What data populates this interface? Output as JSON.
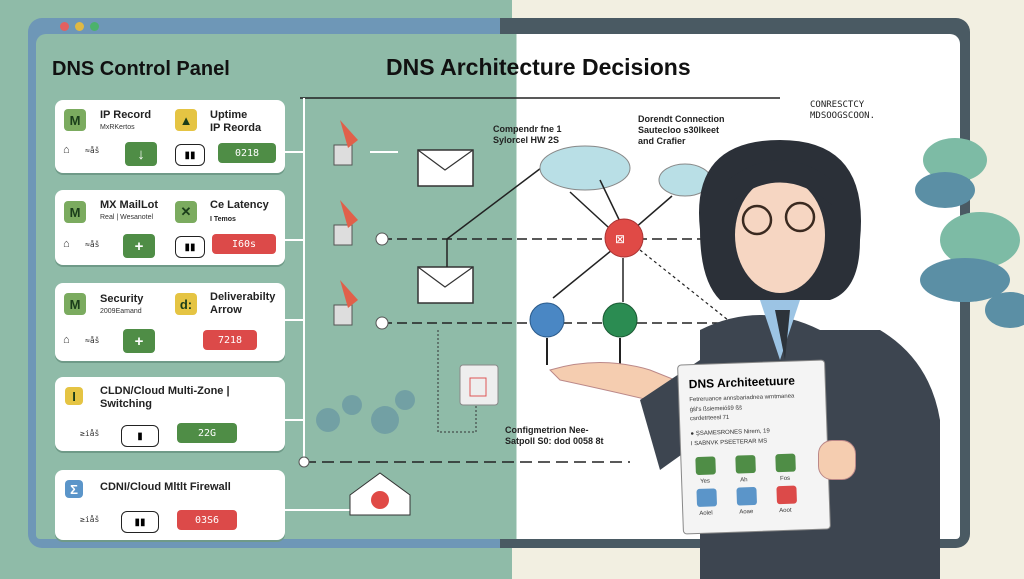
{
  "window": {
    "dot_colors": [
      "#e26060",
      "#e0b943",
      "#4cb26c"
    ]
  },
  "control_panel": {
    "title": "DNS Control Panel",
    "cards": [
      {
        "badge_a": "M",
        "label_a": "IP Record",
        "sub_a": "MxRKertos",
        "badge_b": "▲",
        "label_b": "Uptime",
        "label_b2": "IP Reorda",
        "squig": "≈åš",
        "value": "0218",
        "value_color": "green",
        "has_plus": true
      },
      {
        "badge_a": "M",
        "label_a": "MX MailLot",
        "sub_a": "Real | Wesanotel",
        "badge_b": "✕",
        "label_b": "Ce Latency",
        "label_b2": "I Temos",
        "squig": "≈åš",
        "value": "I60s",
        "value_color": "red",
        "has_plus": true
      },
      {
        "badge_a": "M",
        "label_a": "Security",
        "sub_a": "2009Eamand",
        "badge_b": "d:",
        "label_b": "Deliverabilty",
        "label_b2": "Arrow",
        "squig": "≈åš",
        "value": "7218",
        "value_color": "red",
        "has_plus": true
      },
      {
        "badge_a": "I",
        "label_a": "CLDN/Cloud  Multi-Zone |",
        "label_a2": "Switching",
        "squig": "≥iåš",
        "value": "22G",
        "value_color": "green",
        "has_plus": false
      },
      {
        "badge_a": "Σ",
        "label_a": "CDNI/Cloud Mltlt Firewall",
        "squig": "≥iåš",
        "value": "03S6",
        "value_color": "red",
        "has_plus": false
      }
    ]
  },
  "diagram": {
    "title": "DNS Architecture Decisions",
    "note_cloud": [
      "Compendr fne 1",
      "Sylorcel HW 2S"
    ],
    "note_connection": [
      "Dorendt Connection",
      "Sautecloo s30lkeet",
      "and Crafier"
    ],
    "note_top_right": [
      "CONRESCTCY",
      "MDSOOGSCOON."
    ],
    "note_config": [
      "Configmetrion Nee-",
      "Satpoll S0: dod 0058 8t"
    ]
  },
  "clipboard": {
    "title": "DNS Architeetuure",
    "lines": [
      "Fetreruance annsbariadnea wrntmanea",
      "ģŝl's ßsiemeióŝ9 ßŝ",
      "csrdetrteesł 71",
      "● ŞSAMESRONES Nirem, 19",
      "I SABNVK PSEETERAR MS"
    ],
    "buttons": [
      {
        "color": "#4f8d46",
        "label": "Yes"
      },
      {
        "color": "#4f8d46",
        "label": "Ah"
      },
      {
        "color": "#4f8d46",
        "label": "Fos"
      },
      {
        "color": "#5b95c9",
        "label": "Aolel"
      },
      {
        "color": "#5b95c9",
        "label": "Aoae"
      },
      {
        "color": "#dc4a49",
        "label": "Aoot"
      }
    ]
  }
}
